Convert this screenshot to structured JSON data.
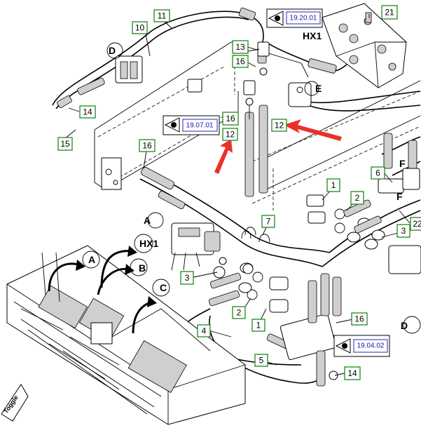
{
  "callouts": {
    "c1a": "1",
    "c1b": "1",
    "c2a": "2",
    "c2b": "2",
    "c3a": "3",
    "c3b": "3",
    "c4": "4",
    "c5": "5",
    "c6": "6",
    "c7": "7",
    "c10": "10",
    "c11": "11",
    "c12a": "12",
    "c12b": "12",
    "c13": "13",
    "c14a": "14",
    "c14b": "14",
    "c15": "15",
    "c16a": "16",
    "c16b": "16",
    "c16c": "16",
    "c16d": "16",
    "c21": "21",
    "c22": "22"
  },
  "view_letters": {
    "D_top": "D",
    "E": "E",
    "F_top": "F",
    "F_bottom": "F",
    "A_detail": "A",
    "A_circle": "A",
    "B_circle": "B",
    "C_circle": "C",
    "D_right": "D"
  },
  "labels": {
    "hx1_top": "HX1",
    "hx1_circle": "HX1"
  },
  "refs": {
    "ref_top": "19.20.01",
    "ref_mid": "19.07.01",
    "ref_bottom": "19.04.02"
  },
  "badge": "Toggle",
  "colors": {
    "callout_border": "#1d8a1d",
    "ref_text": "#1a1aa0",
    "arrow_red": "#e8312a"
  }
}
